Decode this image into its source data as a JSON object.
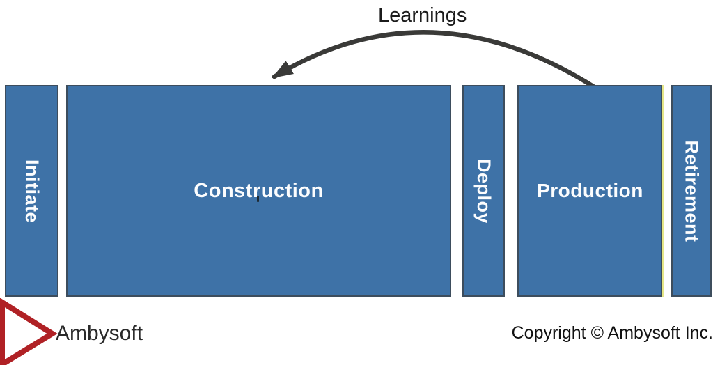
{
  "diagram": {
    "arrow_label": "Learnings",
    "phases": [
      {
        "label": "Initiate",
        "orientation": "vertical"
      },
      {
        "label": "Construction",
        "orientation": "horizontal"
      },
      {
        "label": "Deploy",
        "orientation": "vertical"
      },
      {
        "label": "Production",
        "orientation": "horizontal"
      },
      {
        "label": "Retirement",
        "orientation": "vertical"
      }
    ],
    "colors": {
      "box_fill": "#3E72A7",
      "box_border": "#3D4D5D",
      "box_text": "#FCFDFE",
      "arrow": "#3A3A38",
      "accent_stripe": "#E5E687",
      "logo_red": "#B02125"
    }
  },
  "footer": {
    "logo_text": "Ambysoft",
    "copyright": "Copyright © Ambysoft Inc."
  }
}
